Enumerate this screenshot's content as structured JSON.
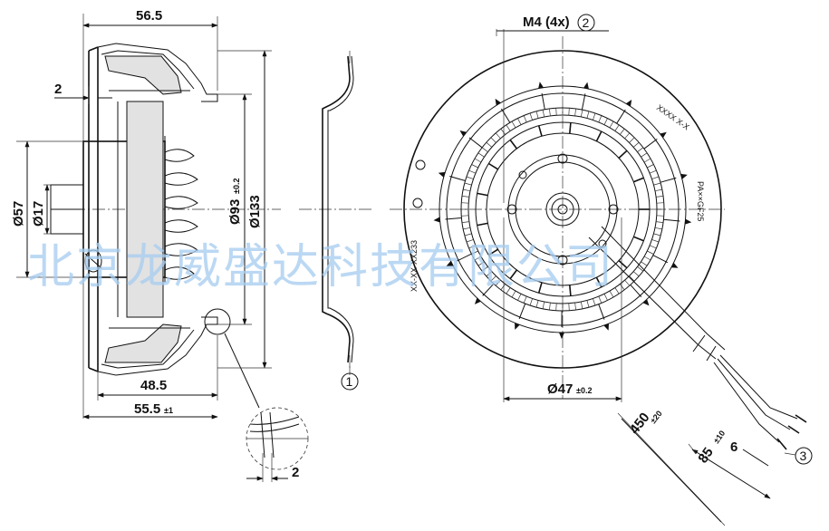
{
  "side_view": {
    "dim_width_overall": "56.5",
    "dim_flange": "2",
    "dim_motor_dia": "Ø57",
    "dim_shaft_dia": "Ø17",
    "dim_impeller_dia": "Ø93",
    "dim_impeller_tol": "±0.2",
    "dim_outer_dia": "Ø133",
    "dim_depth_inner": "48.5",
    "dim_depth_total": "55.5",
    "dim_depth_total_tol": "±1"
  },
  "detail": {
    "dim_thickness": "2"
  },
  "callouts": {
    "one": "1",
    "two": "2",
    "three": "3"
  },
  "front_view": {
    "thread": "M4 (4x)",
    "dim_bolt_circle": "Ø47",
    "dim_bolt_circle_tol": "±0.2",
    "dim_cable_length": "450",
    "dim_cable_length_tol": "±20",
    "dim_strip_length": "85",
    "dim_strip_length_tol": "±10",
    "dim_wire_end": "6",
    "stamp_top": "XXXX X-X",
    "stamp_left": "XX-XX-XX233",
    "stamp_right": "PA××GF25"
  },
  "watermark": "北京龙威盛达科技有限公司"
}
